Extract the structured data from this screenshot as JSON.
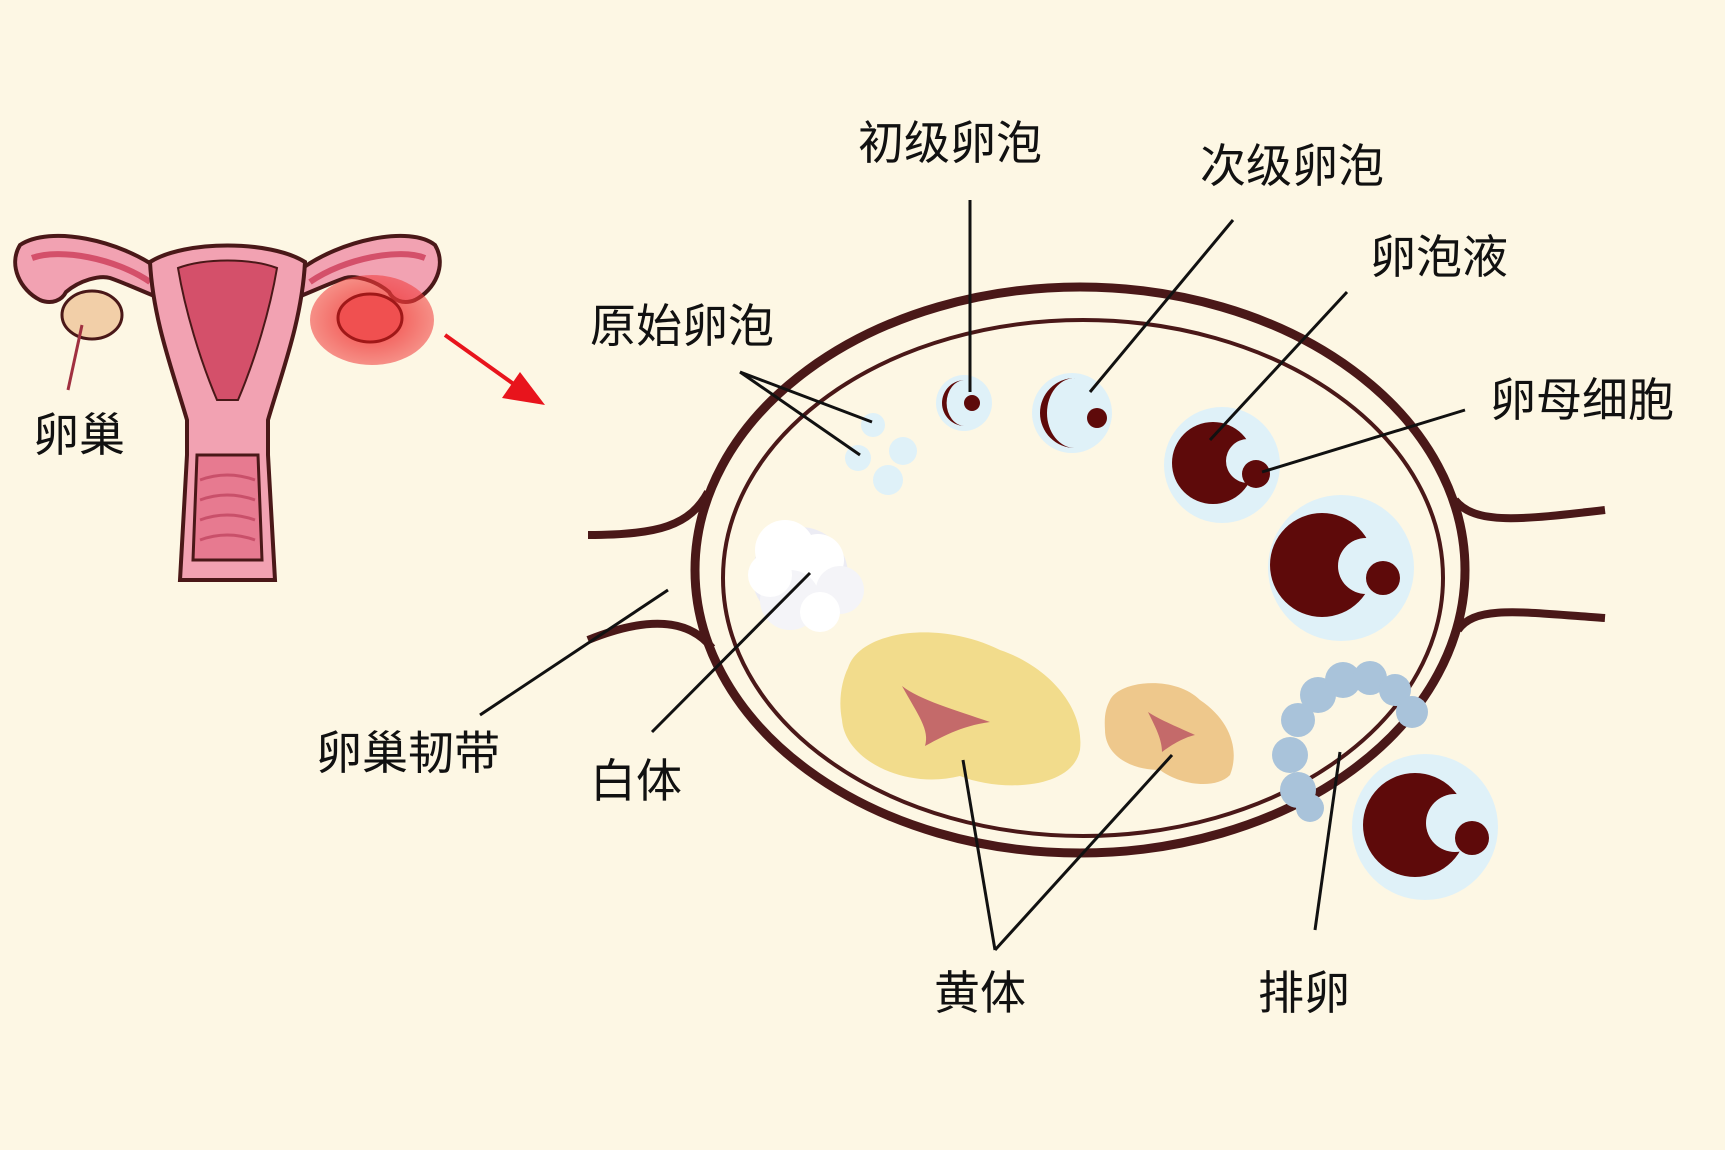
{
  "labels": {
    "ovary": "卵巢",
    "primordial_follicle": "原始卵泡",
    "primary_follicle": "初级卵泡",
    "secondary_follicle": "次级卵泡",
    "follicular_fluid": "卵泡液",
    "oocyte": "卵母细胞",
    "ovarian_ligament": "卵巢韧带",
    "corpus_albicans": "白体",
    "corpus_luteum": "黄体",
    "ovulation": "排卵"
  },
  "colors": {
    "background": "#fdf7e4",
    "outline": "#4a1818",
    "highlight": "#f03a3a",
    "arrow": "#e8141c",
    "uterus_pink": "#f2a2b2",
    "uterus_dark": "#d4506a",
    "ovary_tan": "#f2cfa8",
    "follicle_halo": "#dff1f8",
    "oocyte_dark": "#5e0a0a",
    "corpus_albicans": "#f4f4f8",
    "corpus_luteum_large": "#f2dc8c",
    "corpus_luteum_small": "#eec88c",
    "luteum_core": "#c46a6a",
    "ovulation_blob": "#a9c3da"
  }
}
